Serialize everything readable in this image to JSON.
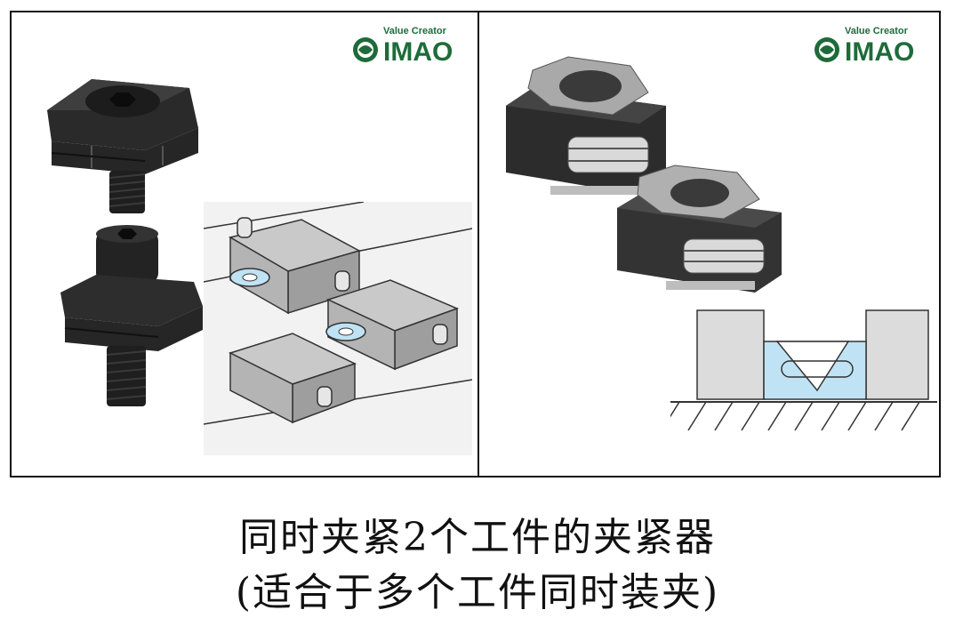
{
  "panels": {
    "left": {
      "logo": {
        "tagline": "Value  Creator",
        "brand": "IMAO"
      }
    },
    "right": {
      "logo": {
        "tagline": "Value  Creator",
        "brand": "IMAO"
      }
    }
  },
  "caption": {
    "line1": "同时夹紧2个工件的夹紧器",
    "line2": "(适合于多个工件同时装夹)"
  },
  "colors": {
    "brand_green": "#1e6b3a",
    "frame": "#111111",
    "part_dark": "#2a2a2a",
    "highlight_blue": "#bfe3f4"
  },
  "icons": [
    "imao-logo-icon",
    "clamp-product-icon",
    "workpiece-diagram-icon"
  ]
}
